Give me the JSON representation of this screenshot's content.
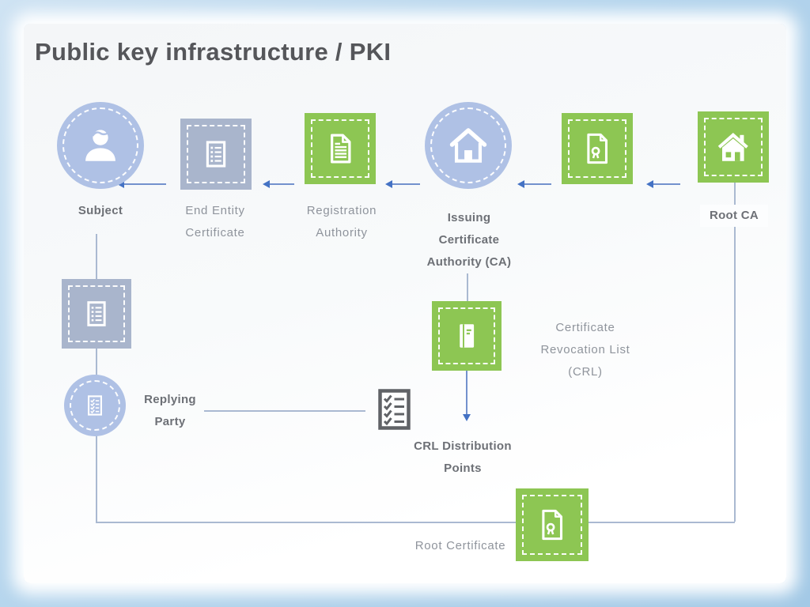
{
  "title": "Public key infrastructure / PKI",
  "colors": {
    "green_node": "#8dc653",
    "blue_node": "#afc1e5",
    "gray_node": "#a9b5cc",
    "arrow_blue": "#4472c4",
    "connector_gray": "#aab9d1",
    "bold_text": "#6d7076",
    "light_text": "#8f949c",
    "title_text": "#55565a",
    "checklist_gray": "#606266",
    "frame_blue": "#b5d5ed"
  },
  "nodes": {
    "subject": {
      "label": "Subject",
      "icon": "user-icon"
    },
    "end_entity": {
      "lines": [
        "End Entity",
        "Certificate"
      ],
      "icon": "list-document-icon"
    },
    "registration": {
      "lines": [
        "Registration",
        "Authority"
      ],
      "icon": "document-icon"
    },
    "issuing_ca": {
      "lines": [
        "Issuing",
        "Certificate",
        "Authority (CA)"
      ],
      "icon": "home-icon"
    },
    "intermediate_cert": {
      "icon": "certificate-icon"
    },
    "root_ca": {
      "label": "Root CA",
      "icon": "house-icon"
    },
    "subject_cert": {
      "icon": "list-document-icon"
    },
    "replying_party": {
      "lines": [
        "Replying",
        "Party"
      ],
      "icon": "check-document-icon"
    },
    "crl": {
      "lines": [
        "Certificate",
        "Revocation List",
        "(CRL)"
      ],
      "icon": "book-icon"
    },
    "crl_distribution": {
      "lines": [
        "CRL Distribution",
        "Points"
      ],
      "icon": "checklist-icon"
    },
    "root_certificate": {
      "label": "Root Certificate",
      "icon": "certificate-icon"
    }
  }
}
